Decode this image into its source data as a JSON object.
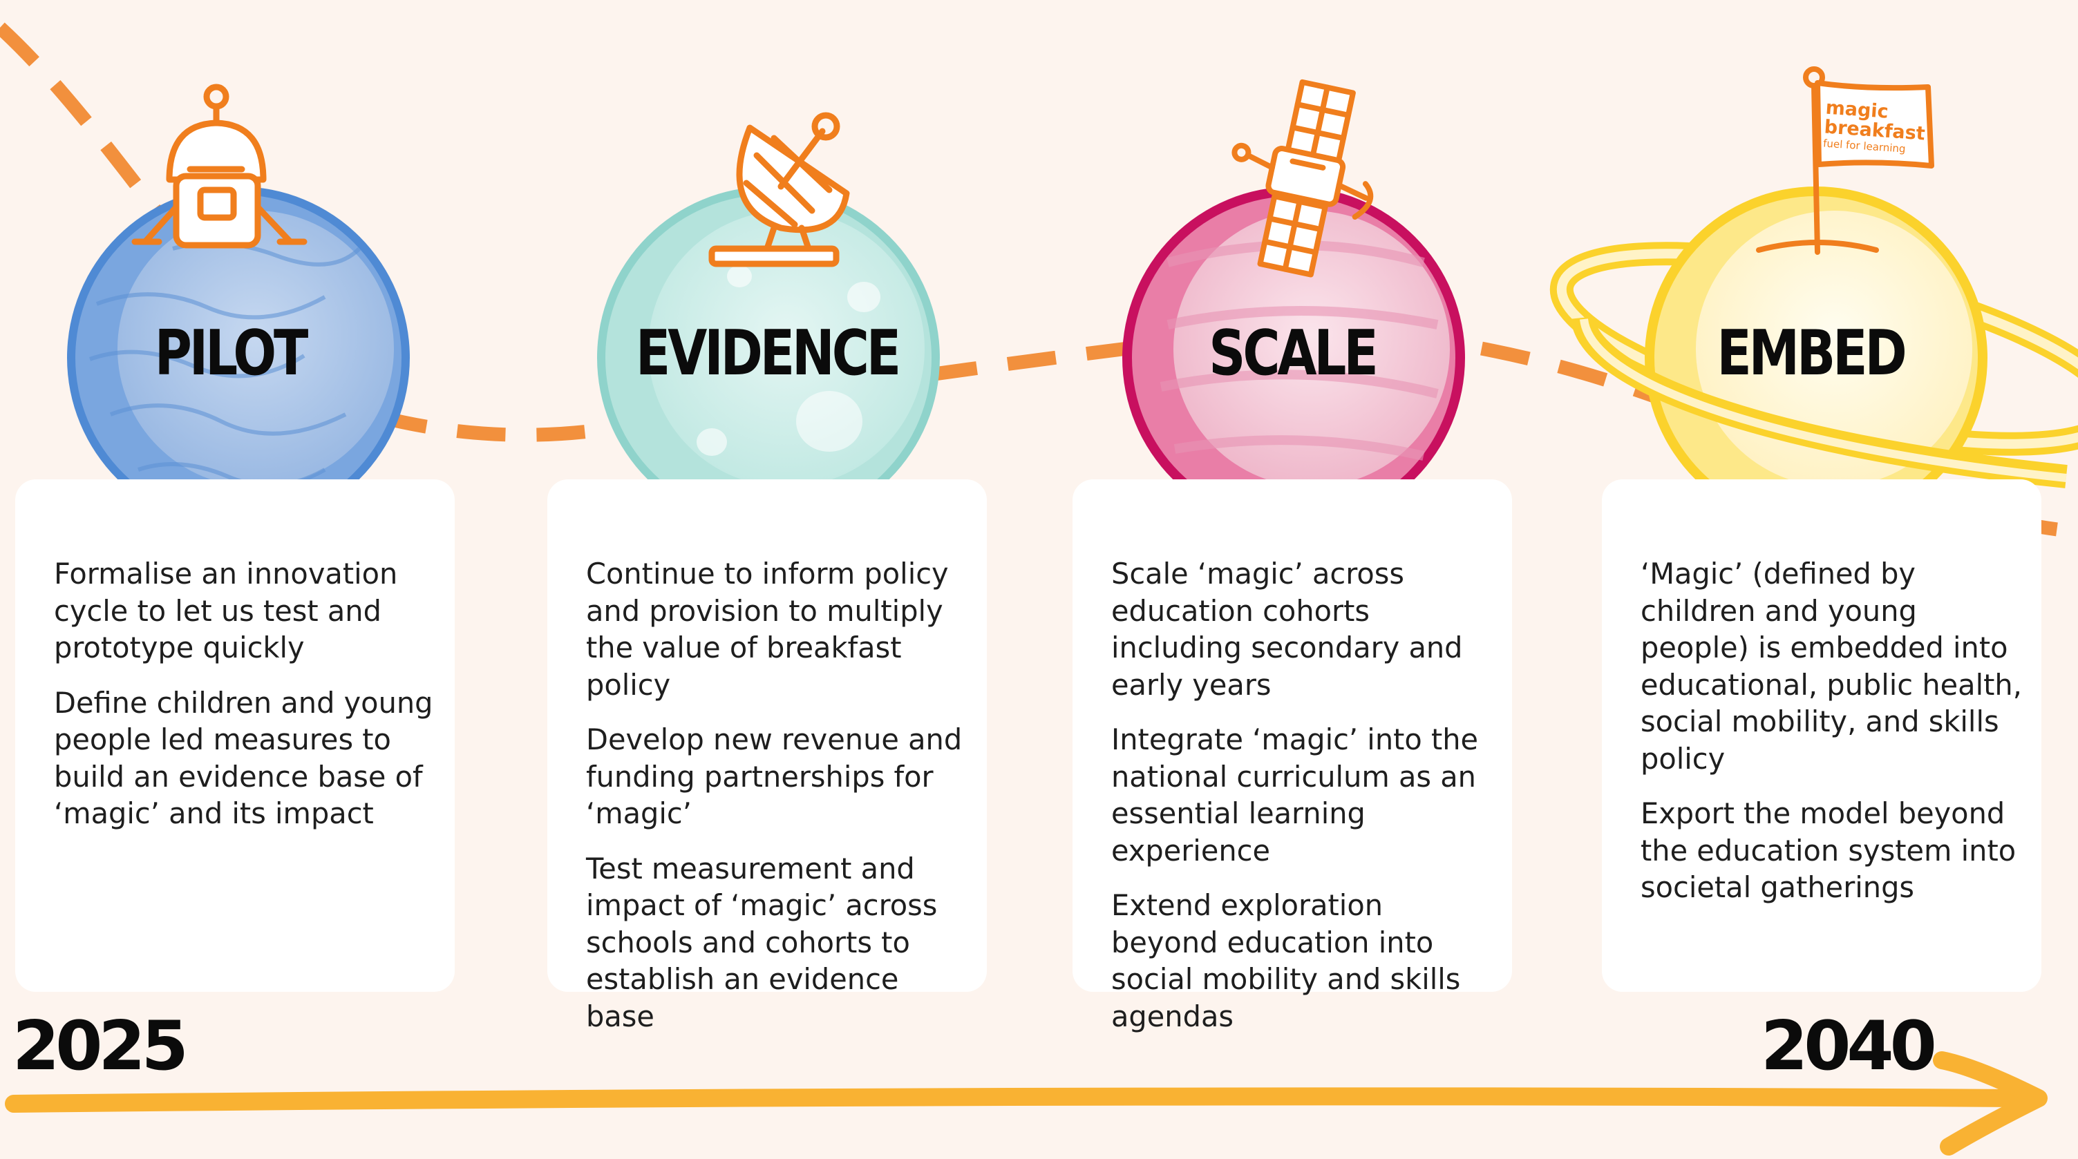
{
  "stages": [
    {
      "title": "PILOT",
      "paragraphs": [
        "Formalise an innovation cycle to let us test and prototype quickly",
        "Define children and young people led measures to build an evidence base of ‘magic’ and its impact"
      ],
      "icon": "lunar-lander-icon",
      "planet_color": "#4f8ad4"
    },
    {
      "title": "EVIDENCE",
      "paragraphs": [
        "Continue to inform policy and provision to multiply the value of breakfast policy",
        "Develop new revenue and funding partnerships for ‘magic’",
        "Test measurement and impact of ‘magic’ across schools and cohorts to establish an evidence base"
      ],
      "icon": "satellite-dish-icon",
      "planet_color": "#8fd3cb"
    },
    {
      "title": "SCALE",
      "paragraphs": [
        "Scale ‘magic’ across education cohorts including secondary and early years",
        "Integrate ‘magic’ into the national curriculum as an essential learning experience",
        "Extend exploration beyond education into social mobility and skills agendas"
      ],
      "icon": "satellite-icon",
      "planet_color": "#c8105f"
    },
    {
      "title": "EMBED",
      "paragraphs": [
        "‘Magic’ (defined by children and young people) is embedded into educational, public health, social mobility, and skills policy",
        "Export the model beyond the education system into societal gatherings"
      ],
      "icon": "flag-icon",
      "planet_color": "#fbd22c"
    }
  ],
  "flag_logo": {
    "line1": "magic",
    "line2": "breakfast",
    "line3": "fuel for learning"
  },
  "timeline": {
    "start_year": "2025",
    "end_year": "2040",
    "arrow_color": "#f9b233"
  },
  "colors": {
    "accent_orange": "#f07e1d",
    "background": "#fdf4ee"
  }
}
